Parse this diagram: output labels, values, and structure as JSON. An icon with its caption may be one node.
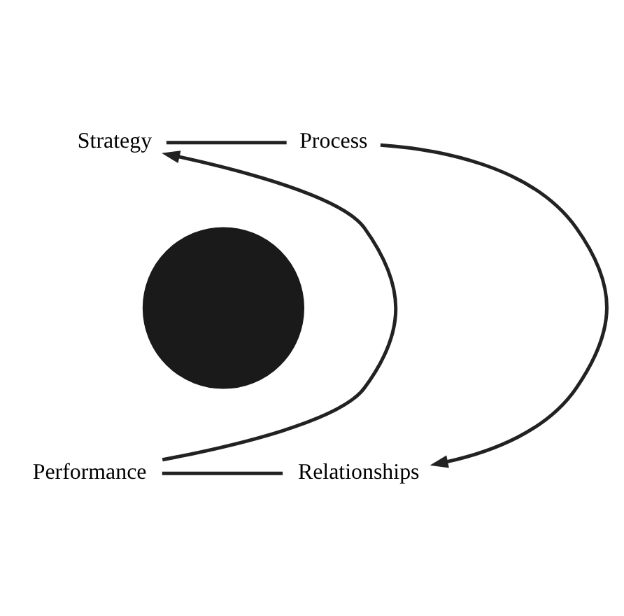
{
  "diagram": {
    "nodes": [
      {
        "text": [
          "Strategy"
        ]
      },
      {
        "text": [
          "Process"
        ]
      },
      {
        "text": [],
        "shape": "circle"
      },
      {
        "text": [
          "Performance"
        ]
      },
      {
        "text": [
          "Relationships"
        ]
      }
    ],
    "edges": [
      {
        "from": 0,
        "to": 1,
        "arrow": "none"
      },
      {
        "from": 1,
        "to": 4,
        "arrow": "to"
      },
      {
        "from": 4,
        "to": 3,
        "arrow": "none"
      },
      {
        "from": 3,
        "to": 0,
        "arrow": "to"
      }
    ]
  }
}
